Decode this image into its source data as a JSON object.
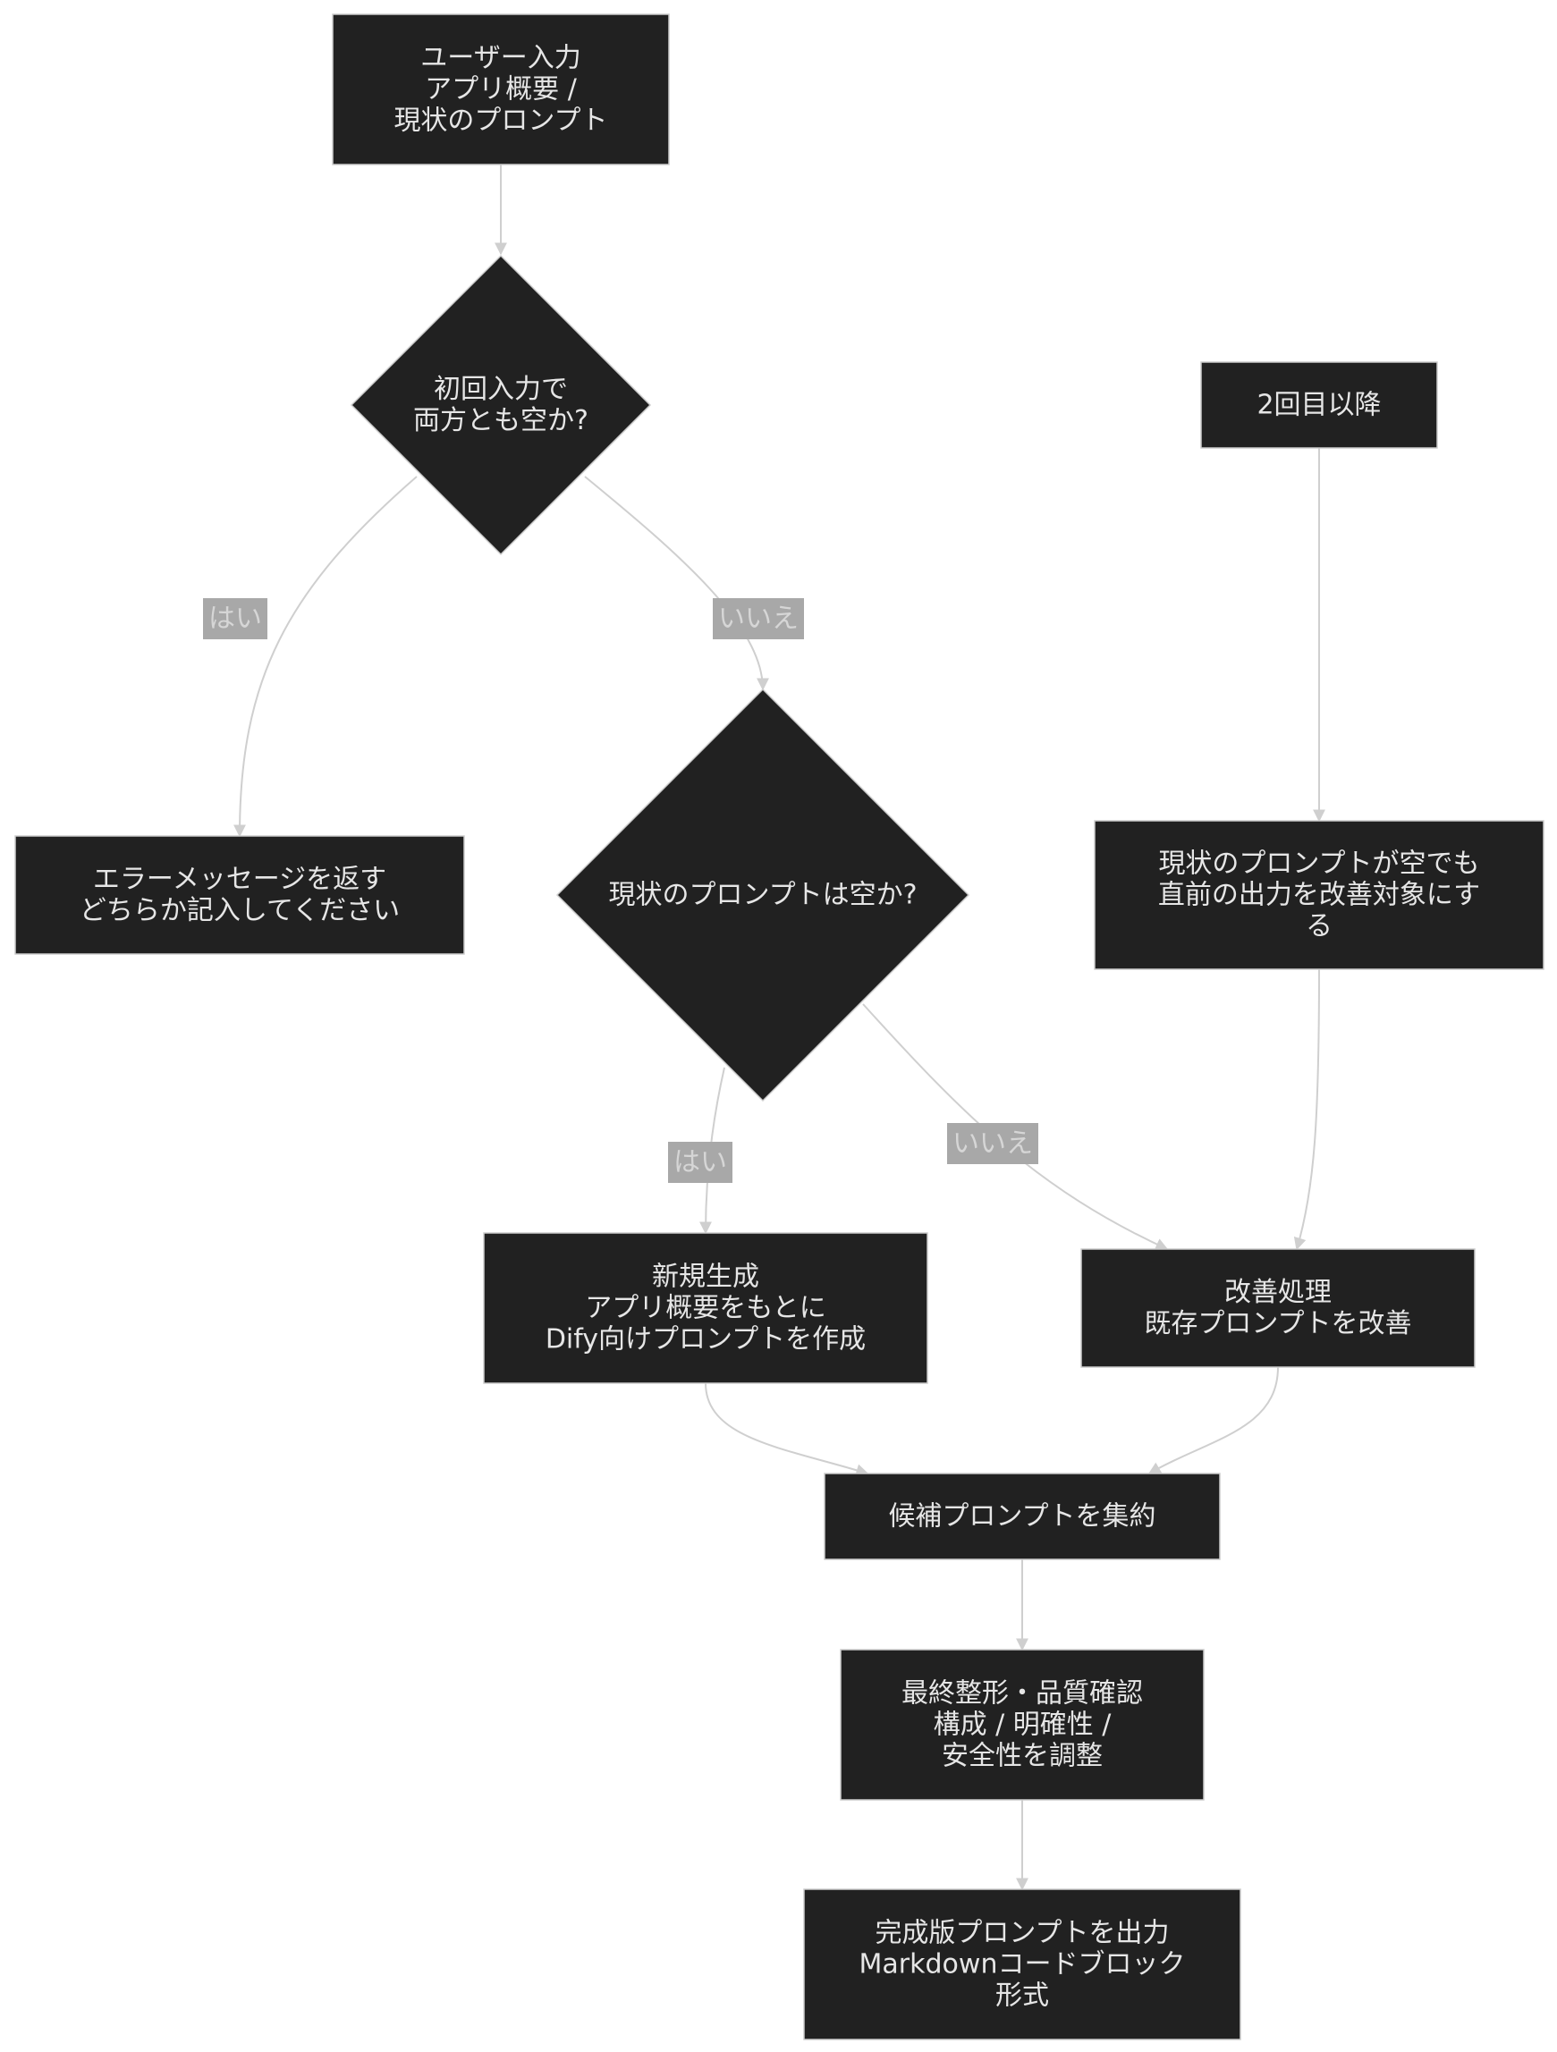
{
  "diagram": {
    "type": "flowchart",
    "colors": {
      "node_fill": "#212121",
      "node_stroke": "#cccccc",
      "node_text": "#e6e6e6",
      "edge": "#cfcfcf",
      "edge_label_bg": "#a8a8a8",
      "edge_label_text": "#d6d6d6"
    },
    "nodes": [
      {
        "id": "input",
        "shape": "rect",
        "lines": [
          "ユーザー入力",
          "アプリ概要 /",
          "現状のプロンプト"
        ]
      },
      {
        "id": "first_check",
        "shape": "diamond",
        "lines": [
          "初回入力で",
          "両方とも空か?"
        ]
      },
      {
        "id": "second_plus",
        "shape": "rect",
        "lines": [
          "2回目以降"
        ]
      },
      {
        "id": "error",
        "shape": "rect",
        "lines": [
          "エラーメッセージを返す",
          "どちらか記入してください"
        ]
      },
      {
        "id": "prompt_check",
        "shape": "diamond",
        "lines": [
          "現状のプロンプトは空か?"
        ]
      },
      {
        "id": "improve_prev",
        "shape": "rect",
        "lines": [
          "現状のプロンプトが空でも",
          "直前の出力を改善対象にす",
          "る"
        ]
      },
      {
        "id": "new_gen",
        "shape": "rect",
        "lines": [
          "新規生成",
          "アプリ概要をもとに",
          "Dify向けプロンプトを作成"
        ]
      },
      {
        "id": "improve",
        "shape": "rect",
        "lines": [
          "改善処理",
          "既存プロンプトを改善"
        ]
      },
      {
        "id": "aggregate",
        "shape": "rect",
        "lines": [
          "候補プロンプトを集約"
        ]
      },
      {
        "id": "final",
        "shape": "rect",
        "lines": [
          "最終整形・品質確認",
          "構成 / 明確性 /",
          "安全性を調整"
        ]
      },
      {
        "id": "output",
        "shape": "rect",
        "lines": [
          "完成版プロンプトを出力",
          "Markdownコードブロック",
          "形式"
        ]
      }
    ],
    "edges": [
      {
        "from": "input",
        "to": "first_check",
        "label": ""
      },
      {
        "from": "first_check",
        "to": "error",
        "label": "はい"
      },
      {
        "from": "first_check",
        "to": "prompt_check",
        "label": "いいえ"
      },
      {
        "from": "second_plus",
        "to": "improve_prev",
        "label": ""
      },
      {
        "from": "prompt_check",
        "to": "new_gen",
        "label": "はい"
      },
      {
        "from": "prompt_check",
        "to": "improve",
        "label": "いいえ"
      },
      {
        "from": "improve_prev",
        "to": "improve",
        "label": ""
      },
      {
        "from": "new_gen",
        "to": "aggregate",
        "label": ""
      },
      {
        "from": "improve",
        "to": "aggregate",
        "label": ""
      },
      {
        "from": "aggregate",
        "to": "final",
        "label": ""
      },
      {
        "from": "final",
        "to": "output",
        "label": ""
      }
    ]
  }
}
